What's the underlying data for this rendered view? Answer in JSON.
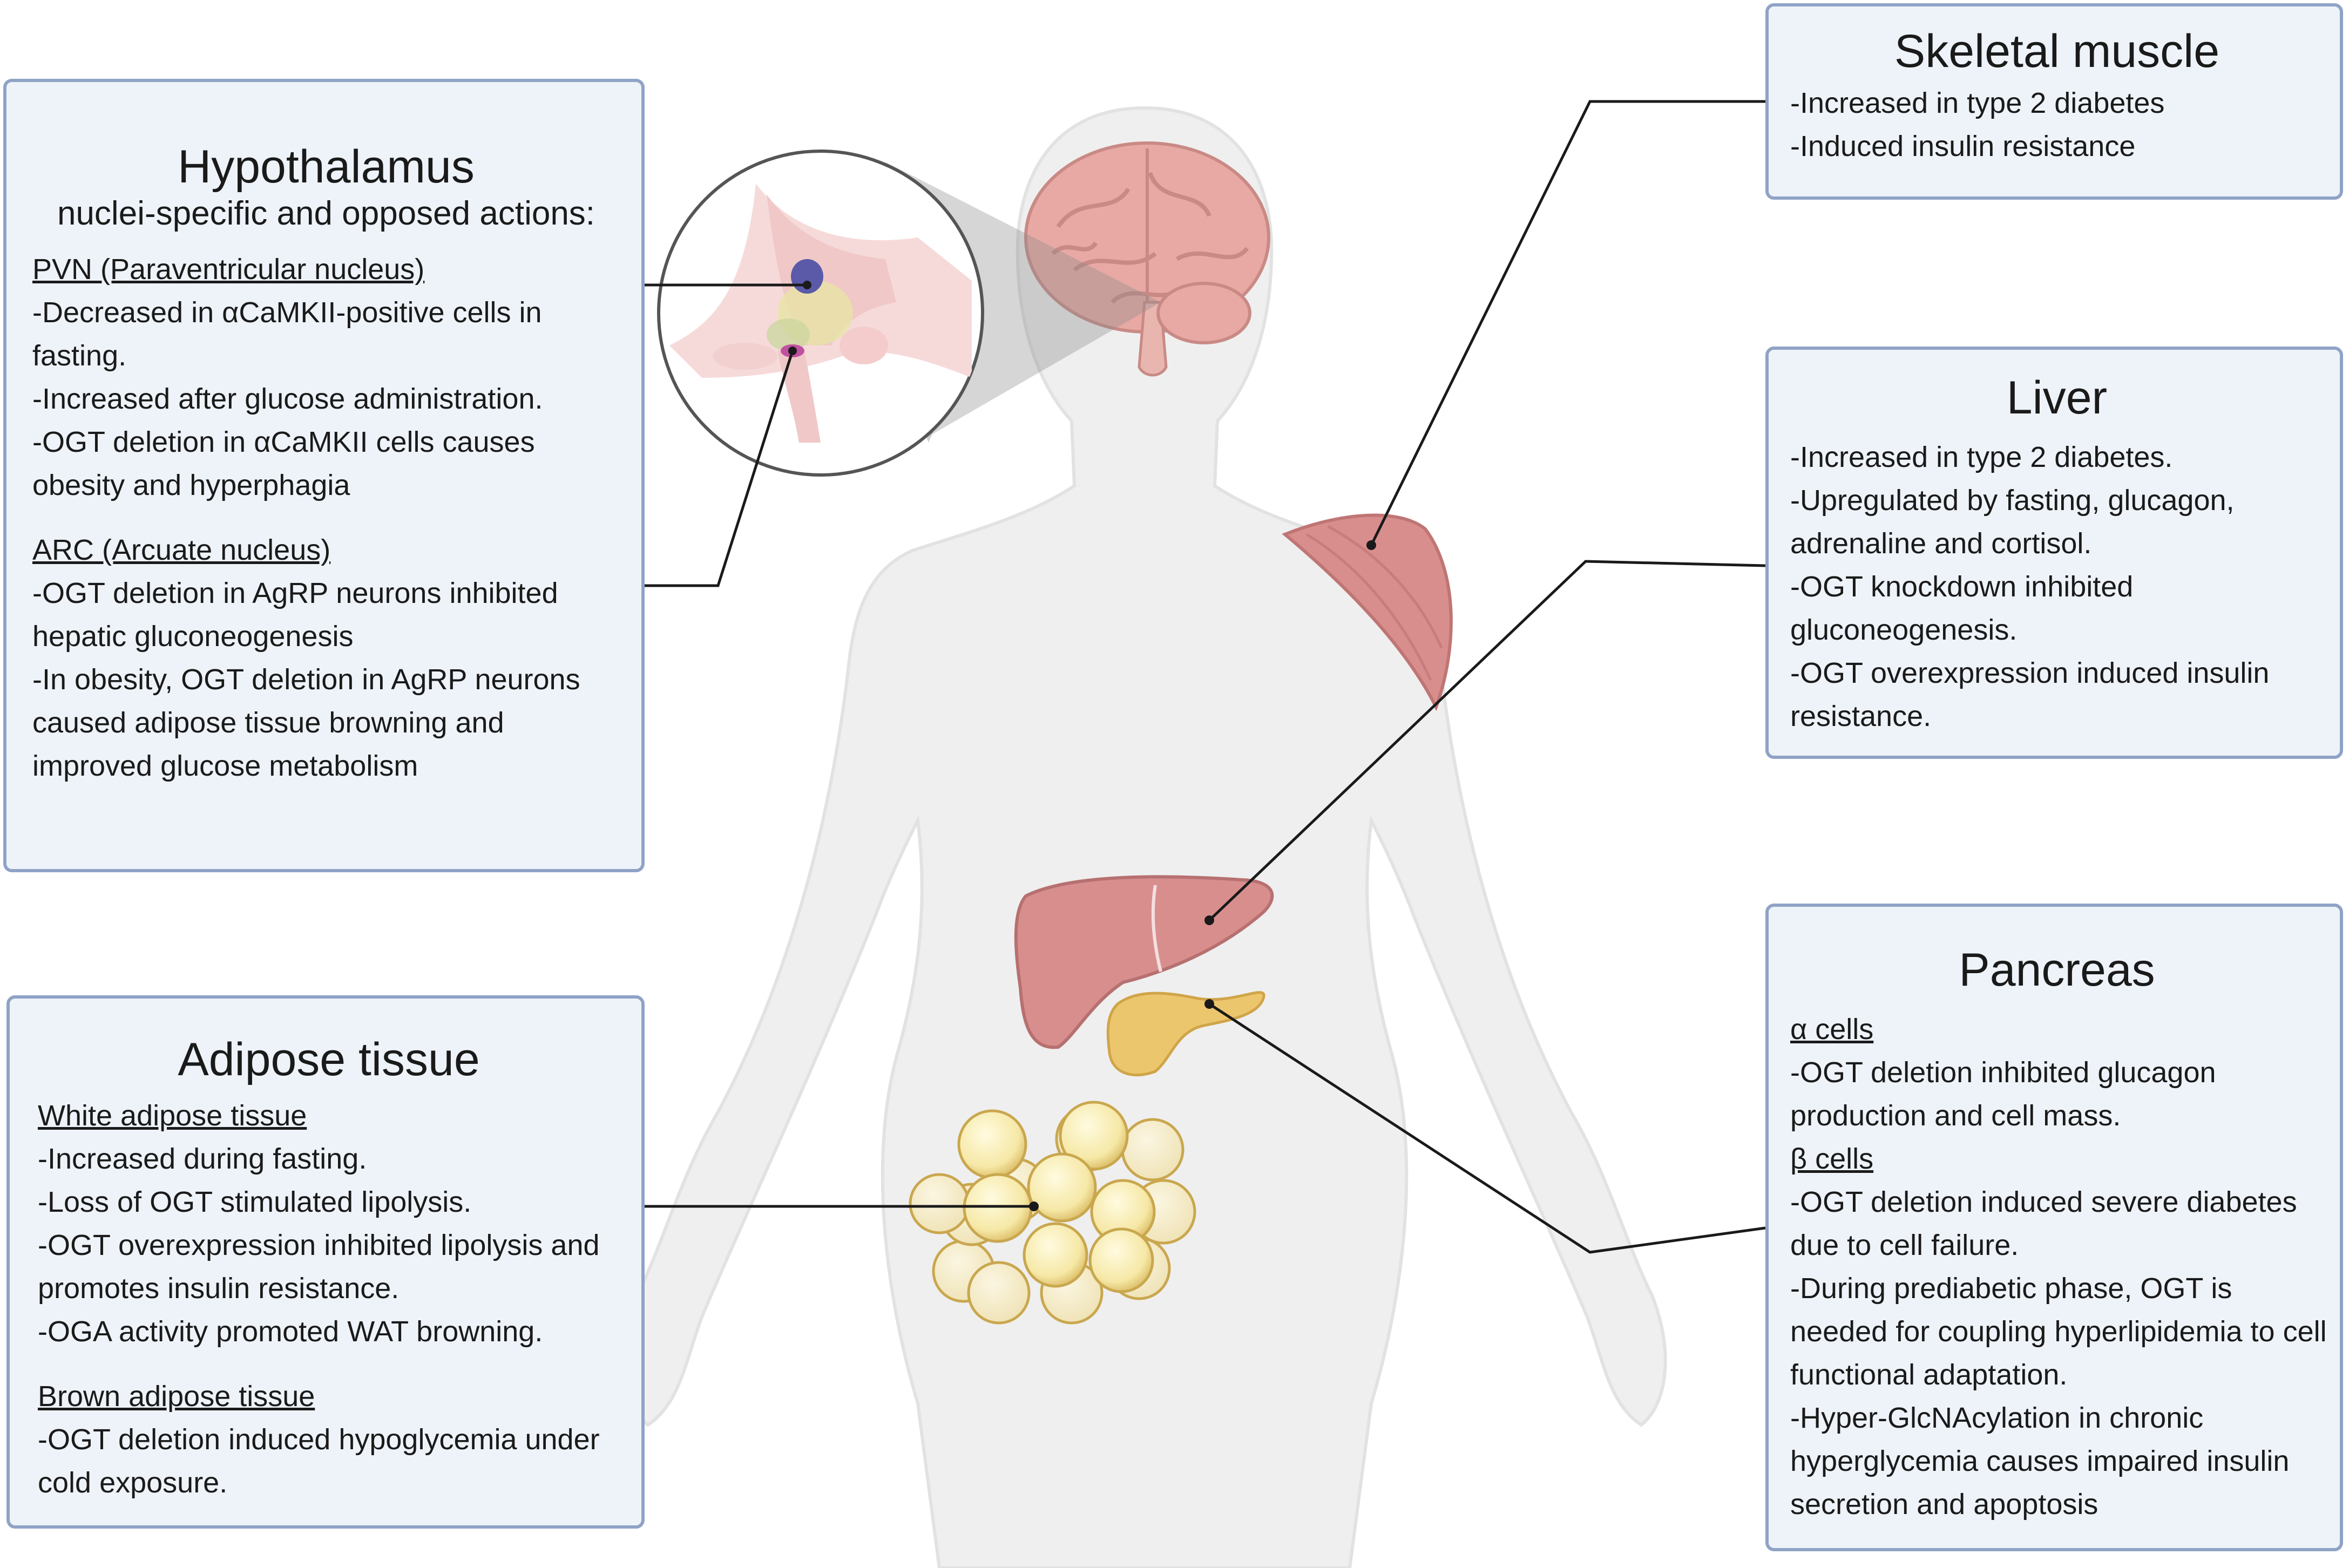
{
  "hypothalamus": {
    "title": "Hypothalamus",
    "subtitle": "nuclei-specific and opposed actions:",
    "pvn_heading": "PVN (Paraventricular nucleus)",
    "pvn_items": [
      "-Decreased in αCaMKII-positive cells in fasting.",
      "-Increased after glucose administration.",
      "-OGT deletion in αCaMKII cells causes obesity and hyperphagia"
    ],
    "arc_heading": "ARC (Arcuate nucleus)",
    "arc_items": [
      "-OGT deletion in AgRP neurons inhibited hepatic gluconeogenesis",
      "-In obesity, OGT deletion in AgRP neurons caused adipose tissue browning and improved glucose metabolism"
    ]
  },
  "adipose": {
    "title": "Adipose tissue",
    "wat_heading": "White adipose tissue",
    "wat_items": [
      "-Increased during fasting.",
      "-Loss of OGT stimulated lipolysis.",
      "-OGT overexpression inhibited lipolysis and promotes insulin resistance.",
      "-OGA activity promoted WAT browning."
    ],
    "bat_heading": "Brown adipose tissue",
    "bat_items": [
      "-OGT deletion induced hypoglycemia under cold exposure."
    ]
  },
  "muscle": {
    "title": "Skeletal muscle",
    "items": [
      "-Increased in type 2 diabetes",
      "-Induced insulin resistance"
    ]
  },
  "liver": {
    "title": "Liver",
    "items": [
      "-Increased in type 2 diabetes.",
      "-Upregulated by fasting, glucagon, adrenaline and cortisol.",
      "-OGT knockdown inhibited gluconeogenesis.",
      "-OGT overexpression induced insulin resistance."
    ]
  },
  "pancreas": {
    "title": "Pancreas",
    "alpha_heading": "α cells",
    "alpha_items": [
      "-OGT deletion inhibited glucagon production and cell mass."
    ],
    "beta_heading": "β cells",
    "beta_items": [
      "-OGT deletion induced severe diabetes due to cell failure.",
      "-During prediabetic phase, OGT is  needed for coupling hyperlipidemia to cell functional adaptation.",
      "-Hyper-GlcNAcylation in chronic hyperglycemia causes impaired insulin secretion and apoptosis"
    ]
  },
  "colors": {
    "box_fill": "#eef3f9",
    "box_border": "#8fa3c6",
    "body_silhouette": "#efefef",
    "organ_pink": "#d98e8e",
    "adipose_yellow": "#f6e8a6",
    "pancreas_yellow": "#ecc66c",
    "pvn_purple": "#5a5aa8",
    "arc_magenta": "#c050a0"
  },
  "icons": [
    "brain-icon",
    "hypothalamus-zoom-icon",
    "skeletal-muscle-icon",
    "liver-icon",
    "pancreas-icon",
    "adipocytes-icon",
    "human-body-silhouette"
  ]
}
